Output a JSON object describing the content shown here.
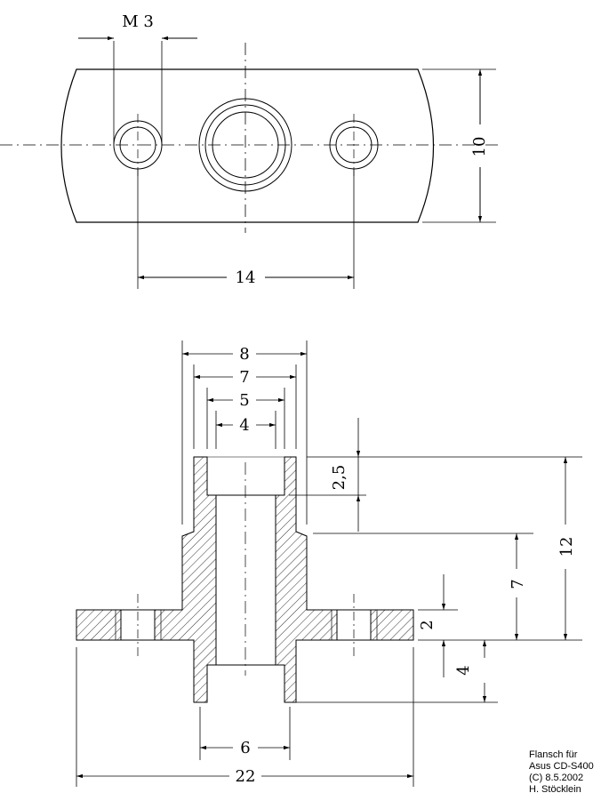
{
  "top_view": {
    "thread_label": "M 3",
    "width_dim": "10",
    "hole_spacing_dim": "14"
  },
  "section_view": {
    "dim_outer_top": "8",
    "dim_7_top": "7",
    "dim_5": "5",
    "dim_4": "4",
    "dim_counterbore_depth": "2,5",
    "dim_total_height": "12",
    "dim_upper_height": "7",
    "dim_flange_thickness": "2",
    "dim_lower_height": "4",
    "dim_bottom_bore": "6",
    "dim_flange_width": "22"
  },
  "title_note": {
    "line1": "Flansch für",
    "line2": "Asus CD-S400",
    "line3": "(C) 8.5.2002",
    "line4": "H. Stöcklein"
  },
  "colors": {
    "ink": "#000000",
    "paper": "#ffffff"
  }
}
